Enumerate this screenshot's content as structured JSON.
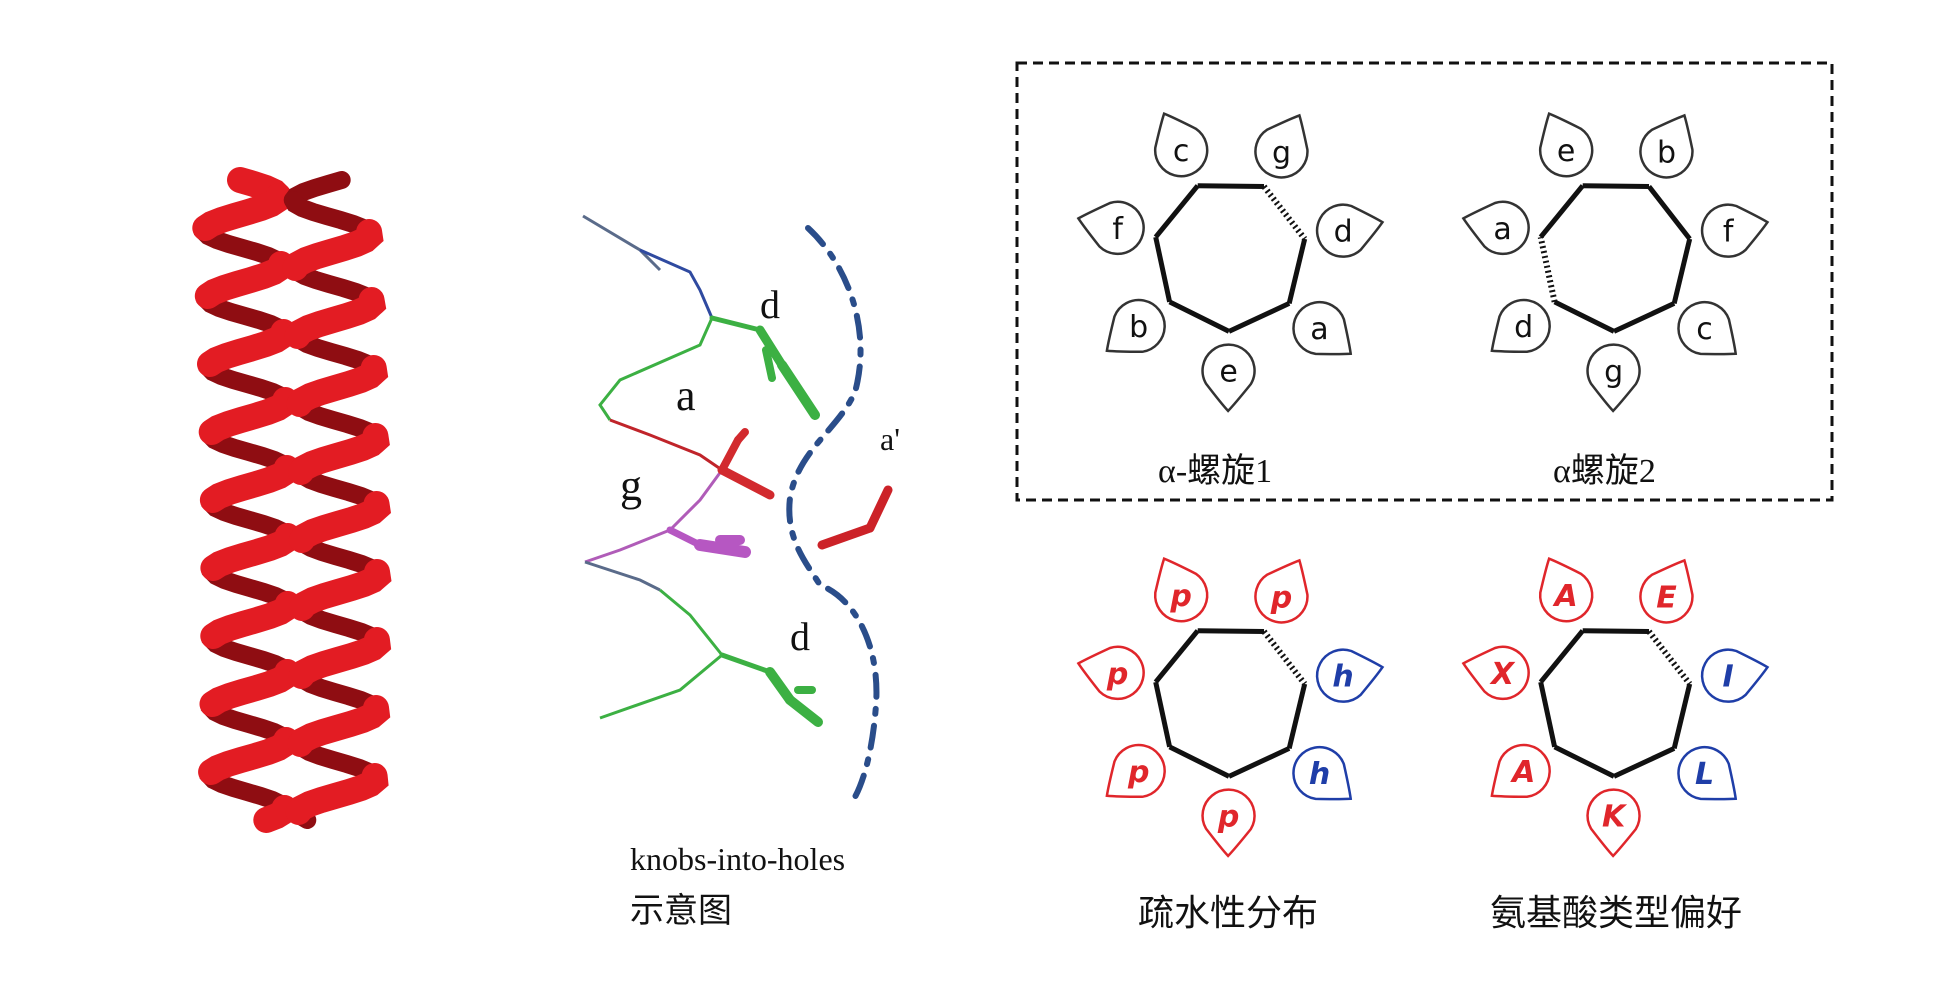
{
  "knobs": {
    "labels": {
      "d_top": "d",
      "a": "a",
      "g": "g",
      "a_prime": "a'",
      "d_bottom": "d"
    },
    "caption_line1": "knobs-into-holes",
    "caption_line2": "示意图"
  },
  "wheels_top": {
    "helix1": {
      "label": "α-螺旋1",
      "positions": [
        "c",
        "g",
        "d",
        "a",
        "e",
        "b",
        "f"
      ]
    },
    "helix2": {
      "label": "α螺旋2",
      "positions": [
        "e",
        "b",
        "f",
        "c",
        "g",
        "d",
        "a"
      ]
    }
  },
  "wheels_bottom": {
    "hydro": {
      "label": "疏水性分布",
      "letters": [
        "p",
        "p",
        "h",
        "h",
        "p",
        "p",
        "p"
      ],
      "colors": [
        "red",
        "red",
        "blue",
        "blue",
        "red",
        "red",
        "red"
      ]
    },
    "aa": {
      "label": "氨基酸类型偏好",
      "letters": [
        "A",
        "E",
        "I",
        "L",
        "K",
        "A",
        "X"
      ],
      "colors": [
        "red",
        "red",
        "blue",
        "blue",
        "red",
        "red",
        "red"
      ]
    }
  },
  "colors": {
    "helix_red": "#d9141b",
    "hydrophobic_blue": "#1f3ea8",
    "polar_red": "#e0262b",
    "green": "#3cb043",
    "magenta": "#c050c0",
    "dash_blue": "#2a4d8a"
  }
}
